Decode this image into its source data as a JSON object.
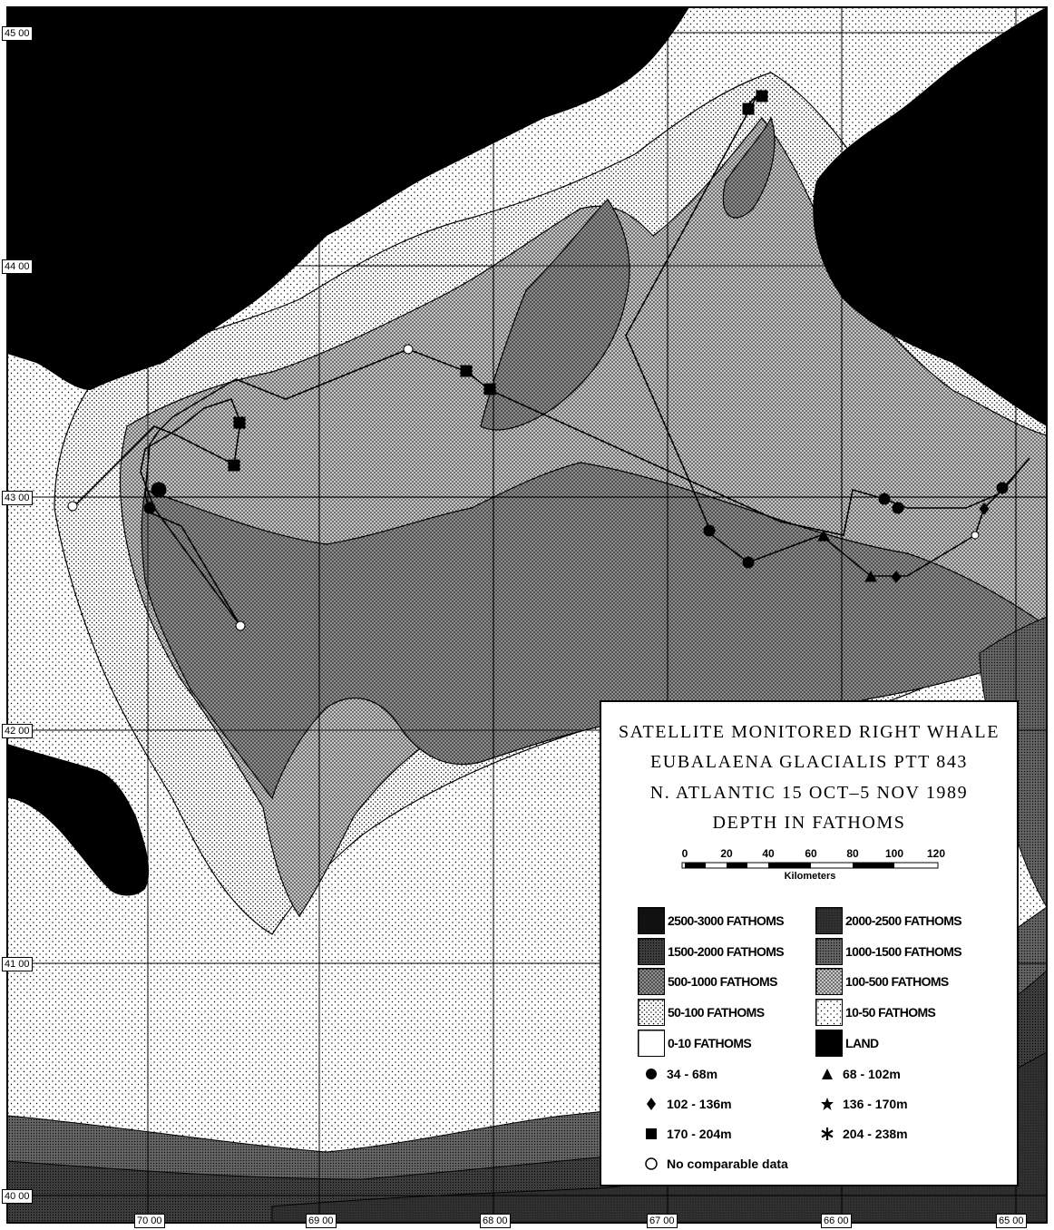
{
  "title": {
    "line1": "SATELLITE MONITORED RIGHT WHALE",
    "line2": "EUBALAENA GLACIALIS   PTT 843",
    "line3": "N. ATLANTIC 15 OCT–5 NOV 1989",
    "line4": "DEPTH IN FATHOMS"
  },
  "scale": {
    "ticks": [
      "0",
      "20",
      "40",
      "60",
      "80",
      "100",
      "120"
    ],
    "unit": "Kilometers"
  },
  "lat_labels": [
    "45 00",
    "44 00",
    "43 00",
    "42 00",
    "41 00",
    "40 00"
  ],
  "lon_labels": [
    "70 00",
    "69 00",
    "68 00",
    "67 00",
    "66 00",
    "65 00"
  ],
  "depth_legend": [
    {
      "label": "2500-3000 FATHOMS",
      "pattern": "p3000"
    },
    {
      "label": "2000-2500 FATHOMS",
      "pattern": "p2500"
    },
    {
      "label": "1500-2000 FATHOMS",
      "pattern": "p2000"
    },
    {
      "label": "1000-1500 FATHOMS",
      "pattern": "p1500"
    },
    {
      "label": "500-1000 FATHOMS",
      "pattern": "p1000"
    },
    {
      "label": "100-500 FATHOMS",
      "pattern": "p500"
    },
    {
      "label": "50-100 FATHOMS",
      "pattern": "p100"
    },
    {
      "label": "10-50 FATHOMS",
      "pattern": "p50"
    },
    {
      "label": "0-10 FATHOMS",
      "pattern": "p10"
    },
    {
      "label": "LAND",
      "pattern": "land"
    }
  ],
  "symbol_legend": [
    {
      "label": "34 - 68m",
      "symbol": "circle-filled-icon"
    },
    {
      "label": "68 - 102m",
      "symbol": "triangle-filled-icon"
    },
    {
      "label": "102 - 136m",
      "symbol": "diamond-filled-icon"
    },
    {
      "label": "136 - 170m",
      "symbol": "star-filled-icon"
    },
    {
      "label": "170 - 204m",
      "symbol": "square-filled-icon"
    },
    {
      "label": "204 - 238m",
      "symbol": "asterisk-icon"
    },
    {
      "label": "No comparable data",
      "symbol": "circle-open-icon"
    }
  ],
  "colors": {
    "land": "#000000",
    "ink": "#000000",
    "paper": "#ffffff"
  }
}
